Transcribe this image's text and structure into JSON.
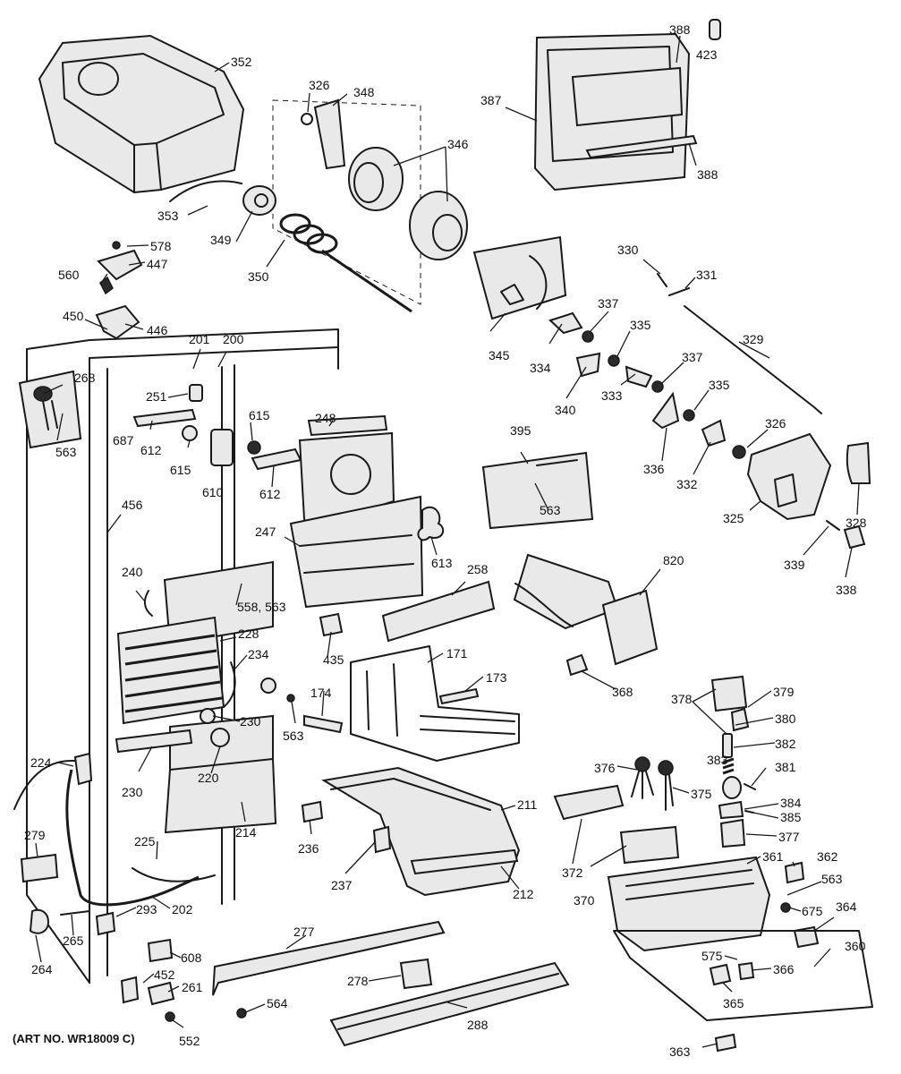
{
  "art_number": "(ART NO. WR18009 C)",
  "labels": {
    "p352": "352",
    "p326a": "326",
    "p348": "348",
    "p346": "346",
    "p353": "353",
    "p349": "349",
    "p350": "350",
    "p387": "387",
    "p388a": "388",
    "p423": "423",
    "p388b": "388",
    "p578": "578",
    "p447": "447",
    "p560": "560",
    "p450": "450",
    "p446": "446",
    "p330": "330",
    "p331": "331",
    "p329": "329",
    "p345": "345",
    "p337a": "337",
    "p334": "334",
    "p335a": "335",
    "p340": "340",
    "p333": "333",
    "p337b": "337",
    "p335b": "335",
    "p336": "336",
    "p332": "332",
    "p326b": "326",
    "p325": "325",
    "p328": "328",
    "p339": "339",
    "p338": "338",
    "p201": "201",
    "p200": "200",
    "p268": "268",
    "p563a": "563",
    "p251": "251",
    "p687": "687",
    "p612a": "612",
    "p615a": "615",
    "p615b": "615",
    "p610": "610",
    "p612b": "612",
    "p248": "248",
    "p456": "456",
    "p247": "247",
    "p613": "613",
    "p395": "395",
    "p563b": "563",
    "p820": "820",
    "p240": "240",
    "p558563": "558, 563",
    "p228": "228",
    "p234": "234",
    "p258": "258",
    "p435": "435",
    "p171": "171",
    "p173": "173",
    "p368": "368",
    "p174": "174",
    "p563c": "563",
    "p230a": "230",
    "p230b": "230",
    "p220": "220",
    "p214": "214",
    "p378": "378",
    "p379": "379",
    "p380": "380",
    "p382": "382",
    "p376": "376",
    "p383": "383",
    "p381": "381",
    "p375": "375",
    "p384": "384",
    "p385": "385",
    "p377": "377",
    "p224": "224",
    "p211": "211",
    "p236": "236",
    "p279": "279",
    "p225": "225",
    "p237": "237",
    "p212": "212",
    "p372": "372",
    "p370": "370",
    "p361": "361",
    "p362": "362",
    "p563d": "563",
    "p675": "675",
    "p364": "364",
    "p293": "293",
    "p202": "202",
    "p265": "265",
    "p264": "264",
    "p277": "277",
    "p608": "608",
    "p452": "452",
    "p261": "261",
    "p575": "575",
    "p366": "366",
    "p360": "360",
    "p278": "278",
    "p564": "564",
    "p288": "288",
    "p365": "365",
    "p552": "552",
    "p363": "363"
  }
}
